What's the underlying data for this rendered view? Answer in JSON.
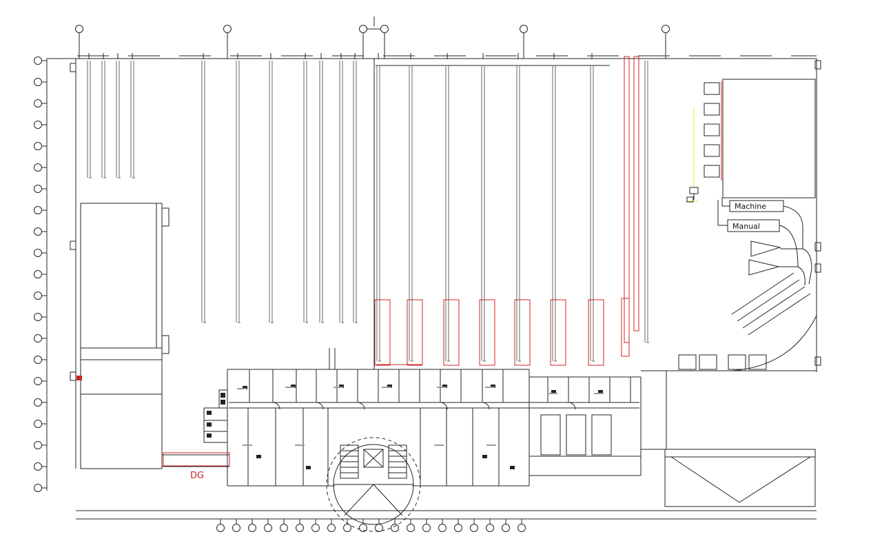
{
  "labels": {
    "machine": "Machine",
    "manual": "Manual",
    "red_note": "DG"
  },
  "colors": {
    "ink": "#222222",
    "rack_grey": "#666666",
    "highlight_red": "#cc2626",
    "marker_yellow": "#e4e432",
    "paper": "#ffffff"
  }
}
